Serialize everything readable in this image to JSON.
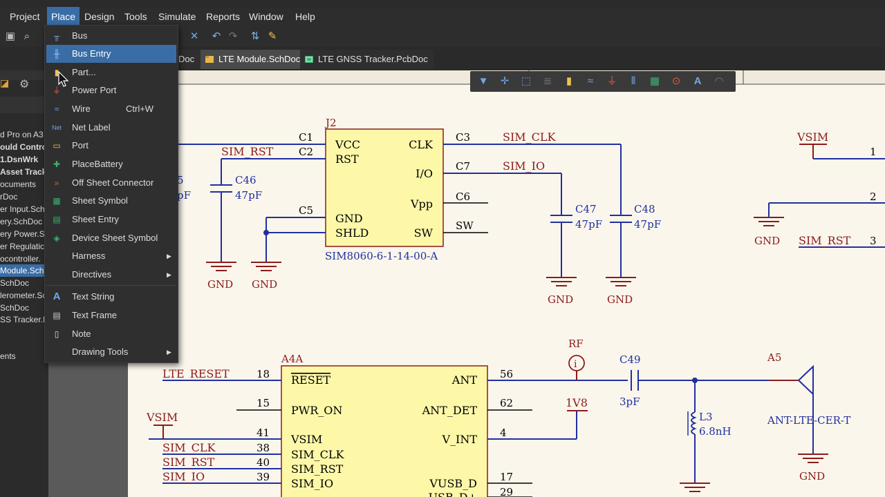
{
  "menubar": [
    "Project",
    "Place",
    "Design",
    "Tools",
    "Simulate",
    "Reports",
    "Window",
    "Help"
  ],
  "tabs": [
    "LTE Module.SchDoc",
    "LTE GNSS Tracker.PcbDoc"
  ],
  "tab_partial": "Doc",
  "left_panel": [
    "d Pro on A3",
    "ould Contro",
    "1.DsnWrk",
    "Asset Tracke",
    "ocuments",
    "rDoc",
    "er Input.Sch",
    "ery.SchDoc",
    "ery Power.Sc",
    "er Regulatic",
    "ocontroller.",
    "Module.Sch",
    "SchDoc",
    "lerometer.Sc",
    "SchDoc",
    "SS Tracker.P",
    "ents"
  ],
  "place_menu": [
    {
      "label": "Bus",
      "icon": "bus-icon"
    },
    {
      "label": "Bus Entry",
      "icon": "bus-entry-icon"
    },
    {
      "label": "Part...",
      "icon": "part-icon"
    },
    {
      "label": "Power Port",
      "icon": "power-port-icon"
    },
    {
      "label": "Wire",
      "icon": "wire-icon",
      "shortcut": "Ctrl+W"
    },
    {
      "label": "Net Label",
      "icon": "net-label-icon"
    },
    {
      "label": "Port",
      "icon": "port-icon"
    },
    {
      "label": "PlaceBattery",
      "icon": "battery-icon"
    },
    {
      "label": "Off Sheet Connector",
      "icon": "off-sheet-connector-icon"
    },
    {
      "label": "Sheet Symbol",
      "icon": "sheet-symbol-icon"
    },
    {
      "label": "Sheet Entry",
      "icon": "sheet-entry-icon"
    },
    {
      "label": "Device Sheet Symbol",
      "icon": "device-sheet-symbol-icon"
    },
    {
      "label": "Harness",
      "submenu": true
    },
    {
      "label": "Directives",
      "submenu": true
    },
    {
      "label": "Text String",
      "icon": "text-string-icon"
    },
    {
      "label": "Text Frame",
      "icon": "text-frame-icon"
    },
    {
      "label": "Note",
      "icon": "note-icon"
    },
    {
      "label": "Drawing Tools",
      "submenu": true
    }
  ],
  "schematic": {
    "j2": {
      "ref": "J2",
      "part": "SIM8060-6-1-14-00-A",
      "left_pins": [
        "VCC",
        "RST",
        "GND",
        "SHLD"
      ],
      "right_pins": [
        "CLK",
        "I/O",
        "Vpp",
        "SW"
      ],
      "left_nets": [
        "C1",
        "C2",
        "C5"
      ],
      "right_nets": [
        "C3",
        "C7",
        "C6",
        "SW"
      ]
    },
    "caps": [
      {
        "ref": "C46",
        "value": "47pF"
      },
      {
        "ref": "C47",
        "value": "47pF"
      },
      {
        "ref": "C48",
        "value": "47pF"
      },
      {
        "ref": "C49",
        "value": "3pF"
      }
    ],
    "partial_cap": {
      "ref": "5",
      "value": "pF"
    },
    "inductor": {
      "ref": "L3",
      "value": "6.8nH"
    },
    "nets": {
      "sim_rst": "SIM_RST",
      "sim_clk": "SIM_CLK",
      "sim_io": "SIM_IO",
      "vsim": "VSIM",
      "lte_reset": "LTE_RESET",
      "gnd": "GND",
      "rf": "RF",
      "v1v8": "1V8"
    },
    "header": {
      "pins": [
        "1",
        "2",
        "3"
      ]
    },
    "a4a": {
      "ref": "A4A",
      "left_pins": [
        {
          "name": "RESET",
          "num": "18"
        },
        {
          "name": "PWR_ON",
          "num": "15"
        },
        {
          "name": "VSIM",
          "num": "41"
        },
        {
          "name": "SIM_CLK",
          "num": "38"
        },
        {
          "name": "SIM_RST",
          "num": "40"
        },
        {
          "name": "SIM_IO",
          "num": "39"
        }
      ],
      "right_pins": [
        {
          "name": "ANT",
          "num": "56"
        },
        {
          "name": "ANT_DET",
          "num": "62"
        },
        {
          "name": "V_INT",
          "num": "4"
        },
        {
          "name": "VUSB_D",
          "num": "17"
        },
        {
          "name": "USB_D+",
          "num": "29"
        }
      ]
    },
    "antenna": {
      "ref": "A5",
      "part": "ANT-LTE-CER-T"
    }
  },
  "colors": {
    "wire": "#1f2fa0",
    "component": "#8b1a1a",
    "part_fill": "#fdf8a8",
    "menu_highlight": "#3a6da6"
  }
}
